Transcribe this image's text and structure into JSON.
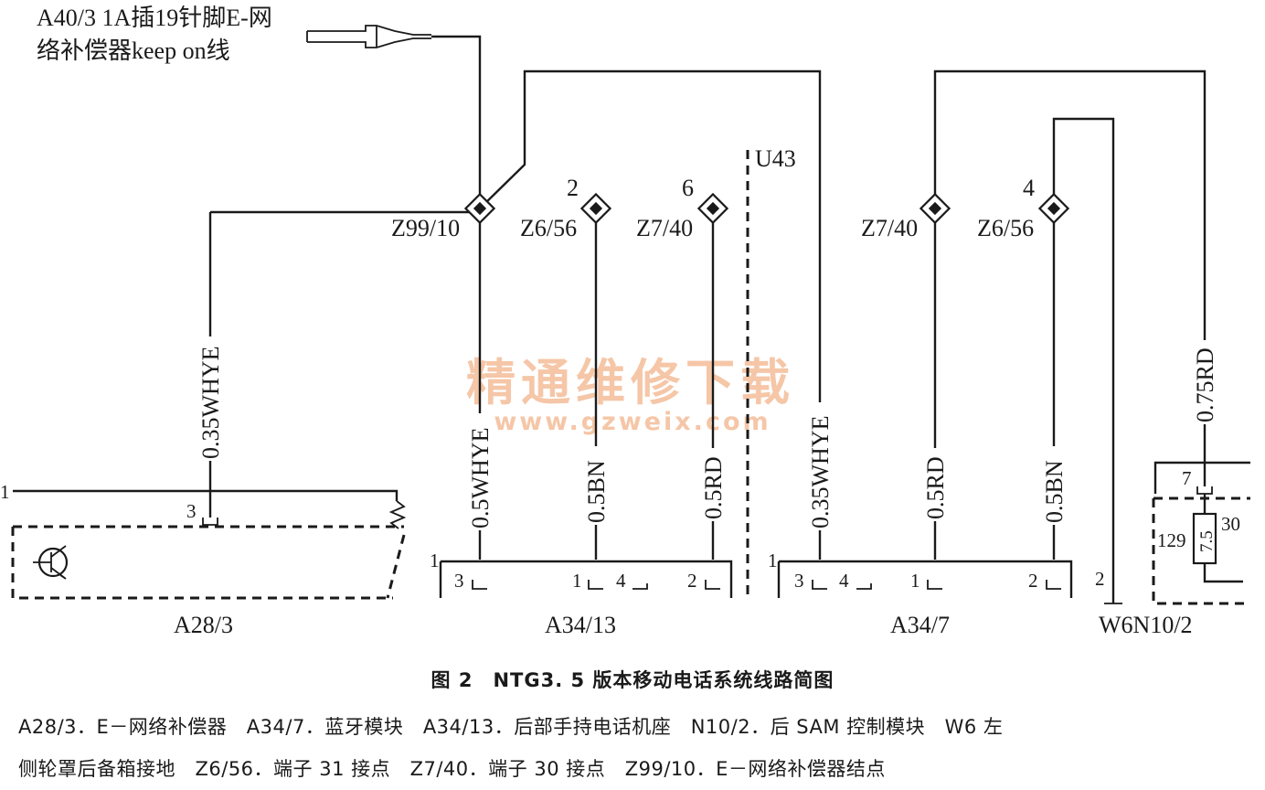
{
  "annotation": {
    "line1": "A40/3 1A插19针脚E-网",
    "line2": "络补偿器keep on线"
  },
  "region_label": "U43",
  "nodes": {
    "z99_10": "Z99/10",
    "z6_56_left": "Z6/56",
    "z6_56_left_num": "2",
    "z7_40_left": "Z7/40",
    "z7_40_left_num": "6",
    "z7_40_right": "Z7/40",
    "z6_56_right": "Z6/56",
    "z6_56_right_num": "4"
  },
  "wires": {
    "w1": "0.35WHYE",
    "w2": "0.5WHYE",
    "w3": "0.5BN",
    "w4": "0.5RD",
    "w5": "0.35WHYE",
    "w6": "0.5RD",
    "w7": "0.5BN",
    "w8": "0.75RD"
  },
  "components": {
    "a28_3": {
      "name": "A28/3",
      "rail": "1",
      "pin": "3"
    },
    "a34_13": {
      "name": "A34/13",
      "rail": "1",
      "pins": [
        "3",
        "1",
        "4",
        "2"
      ]
    },
    "a34_7": {
      "name": "A34/7",
      "rail": "1",
      "pins": [
        "3",
        "4",
        "1",
        "2"
      ]
    },
    "w6n10_2": {
      "name": "W6N10/2",
      "ground_pin": "2",
      "pin7": "7",
      "fuse": "7.5",
      "left_num": "129",
      "right_num": "30"
    }
  },
  "watermark": {
    "title": "精通维修下载",
    "url": "www.gzweix.com"
  },
  "caption": "图 2　NTG3. 5 版本移动电话系统线路简图",
  "legend": {
    "line1": "A28/3．E－网络补偿器　A34/7．蓝牙模块　A34/13．后部手持电话机座　N10/2．后 SAM 控制模块　W6 左",
    "line2": "侧轮罩后备箱接地　Z6/56．端子 31 接点　Z7/40．端子 30 接点　Z99/10．E－网络补偿器结点"
  },
  "colors": {
    "ink": "#1a1a1a",
    "watermark": "#f2b48a"
  }
}
